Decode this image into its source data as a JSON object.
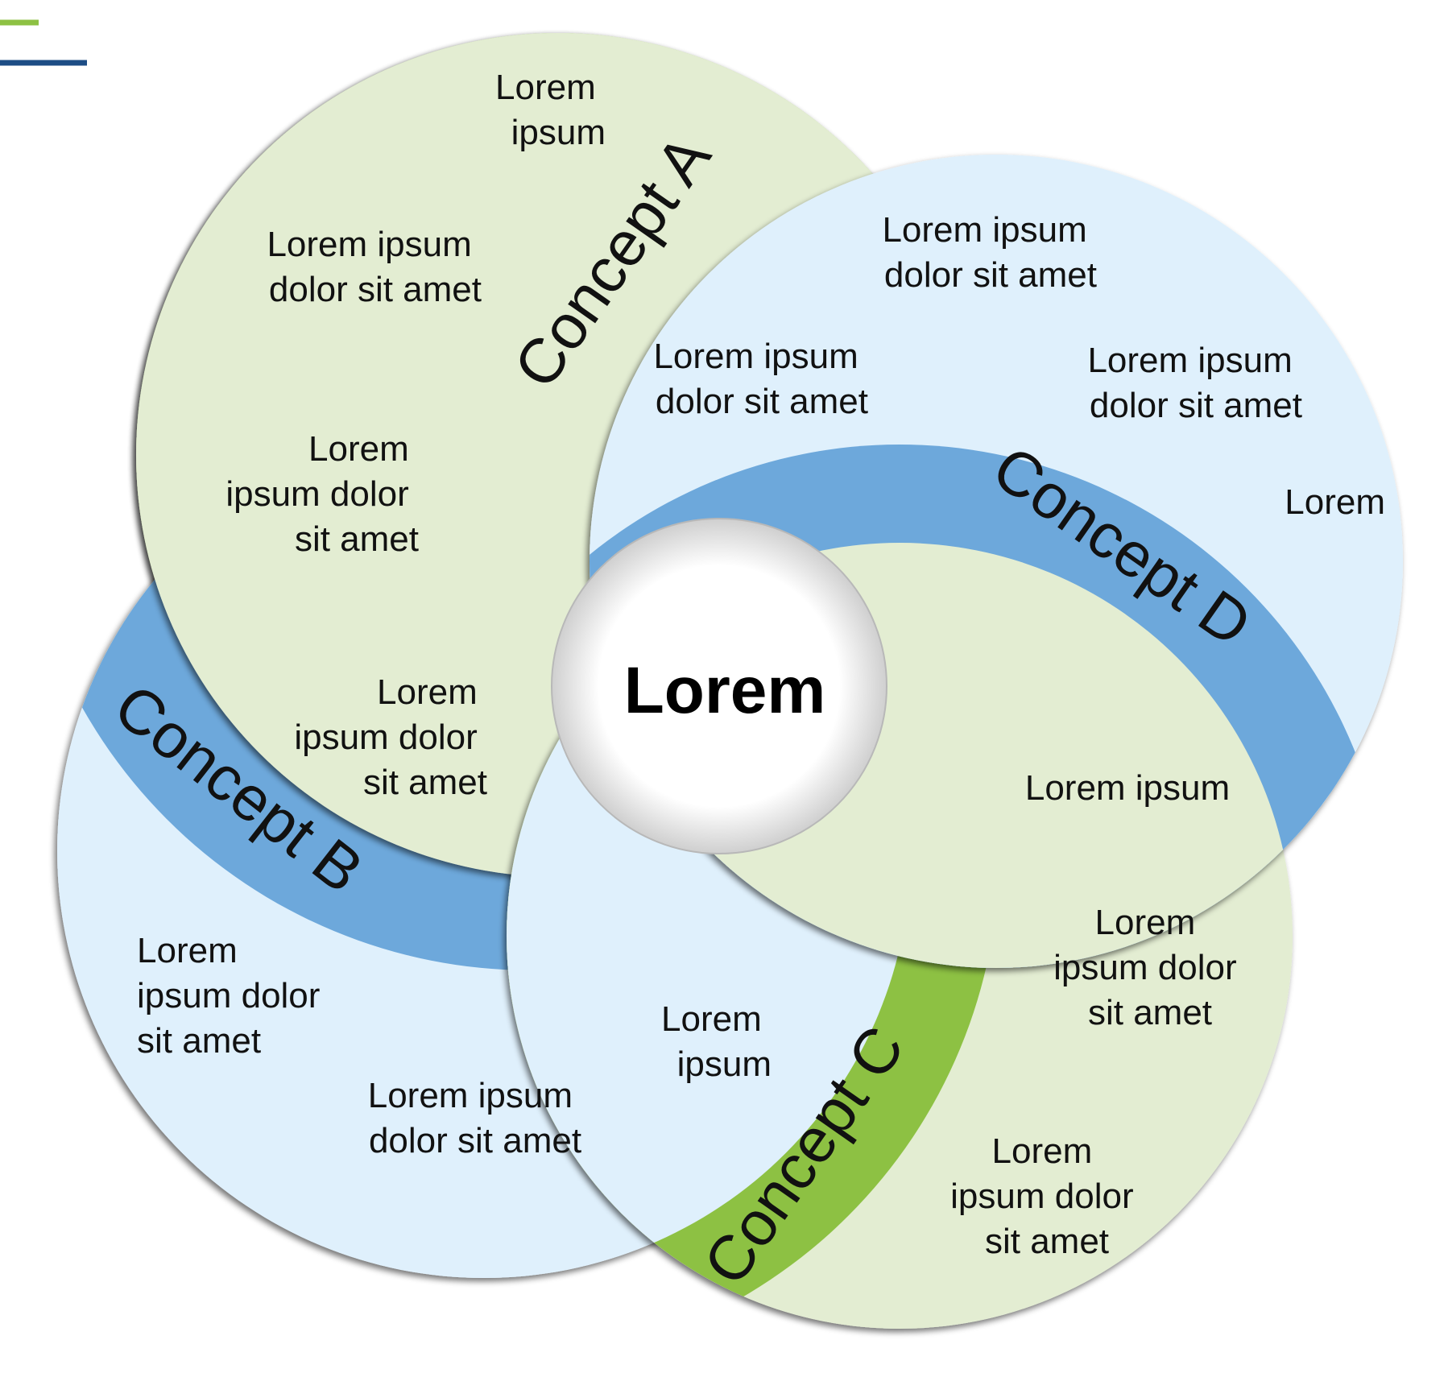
{
  "colors": {
    "green_light": "#e3edd2",
    "green_band": "#8dc143",
    "blue_light": "#dff0fc",
    "blue_band": "#6da8db",
    "accent_green": "#8dc143",
    "accent_navy": "#1d4d85"
  },
  "concepts": {
    "a": {
      "label": "Concept A"
    },
    "b": {
      "label": "Concept B"
    },
    "c": {
      "label": "Concept C"
    },
    "d": {
      "label": "Concept D"
    }
  },
  "center": {
    "label": "Lorem"
  },
  "petal_a": {
    "t1": [
      "Lorem",
      "ipsum"
    ],
    "t2": [
      "Lorem ipsum",
      "dolor sit amet"
    ],
    "t3": [
      "Lorem",
      "ipsum dolor",
      "sit amet"
    ],
    "t4": [
      "Lorem",
      "ipsum dolor",
      "sit amet"
    ]
  },
  "petal_d": {
    "t1": [
      "Lorem ipsum",
      "dolor sit amet"
    ],
    "t2": [
      "Lorem ipsum",
      "dolor sit amet"
    ],
    "t3": [
      "Lorem ipsum",
      "dolor sit amet"
    ],
    "t4": [
      "Lorem"
    ]
  },
  "petal_c": {
    "t1": [
      "Lorem ipsum"
    ],
    "t2": [
      "Lorem",
      "ipsum dolor",
      "sit amet"
    ],
    "t3": [
      "Lorem",
      "ipsum dolor",
      "sit amet"
    ]
  },
  "petal_b": {
    "t1": [
      "Lorem",
      "ipsum dolor",
      "sit amet"
    ],
    "t2": [
      "Lorem ipsum",
      "dolor sit amet"
    ],
    "t3": [
      "Lorem",
      "ipsum"
    ]
  }
}
